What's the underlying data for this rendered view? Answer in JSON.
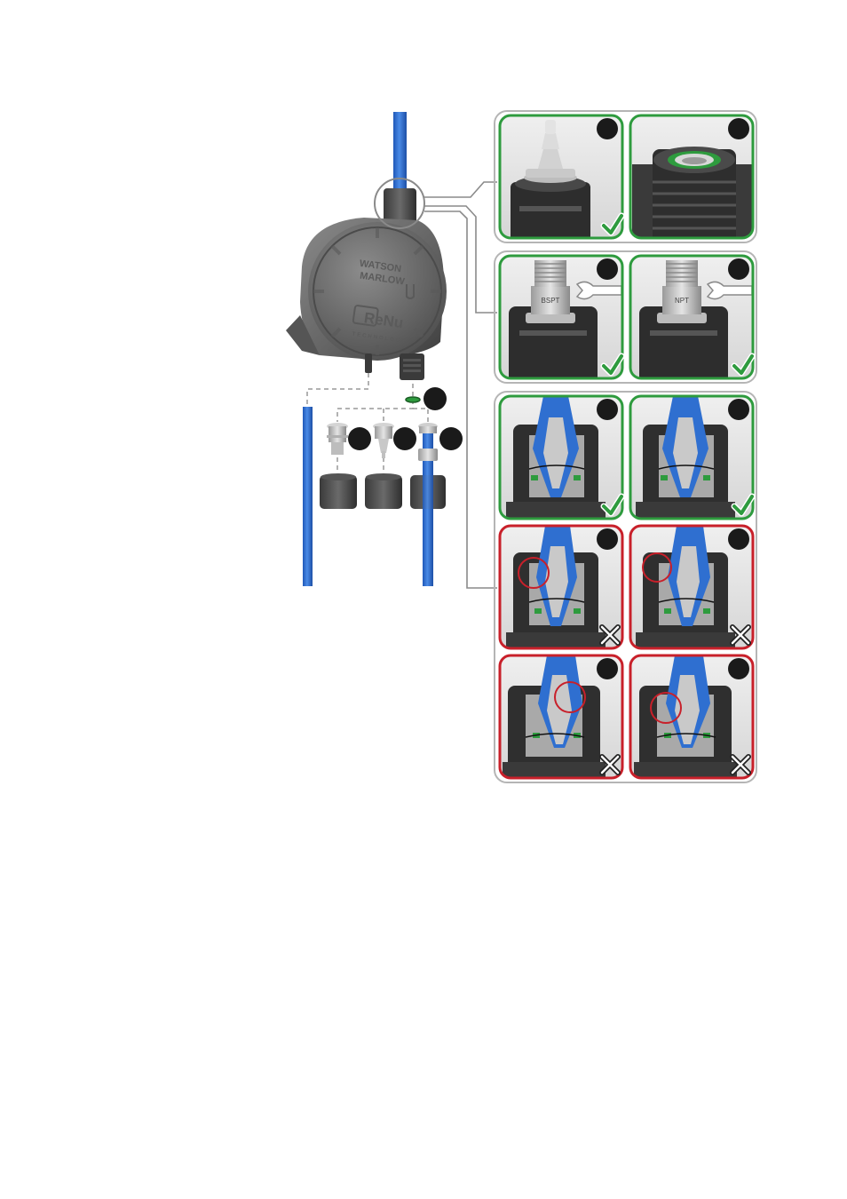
{
  "document": {
    "brand_line1": "WATSON",
    "brand_line2": "MARLOW",
    "product_logo": "ReNu",
    "logo_subtitle": "TECHNOLOGY",
    "thread_label_a": "BSPT",
    "thread_label_b": "NPT"
  },
  "detail_panels": [
    {
      "id": "p1",
      "outcome": "correct",
      "mark": "check",
      "frame_color": "#2e9b3e"
    },
    {
      "id": "p2",
      "outcome": "correct",
      "mark": "none",
      "frame_color": "#2e9b3e"
    },
    {
      "id": "p3",
      "outcome": "correct",
      "mark": "check",
      "frame_color": "#2e9b3e"
    },
    {
      "id": "p4",
      "outcome": "correct",
      "mark": "check",
      "frame_color": "#2e9b3e"
    },
    {
      "id": "p5",
      "outcome": "correct",
      "mark": "check",
      "frame_color": "#2e9b3e"
    },
    {
      "id": "p6",
      "outcome": "correct",
      "mark": "check",
      "frame_color": "#2e9b3e"
    },
    {
      "id": "p7",
      "outcome": "incorrect",
      "mark": "x",
      "frame_color": "#c8202a"
    },
    {
      "id": "p8",
      "outcome": "incorrect",
      "mark": "x",
      "frame_color": "#c8202a"
    },
    {
      "id": "p9",
      "outcome": "incorrect",
      "mark": "x",
      "frame_color": "#c8202a"
    },
    {
      "id": "p10",
      "outcome": "incorrect",
      "mark": "x",
      "frame_color": "#c8202a"
    }
  ],
  "colors": {
    "tube_blue": "#2f6fd0",
    "housing_gray": "#6b6b6b",
    "correct_green": "#2e9b3e",
    "incorrect_red": "#c8202a",
    "badge_black": "#1a1a1a"
  },
  "icons": [
    "check-icon",
    "x-mark-icon",
    "wrench-icon",
    "callout-badge"
  ]
}
